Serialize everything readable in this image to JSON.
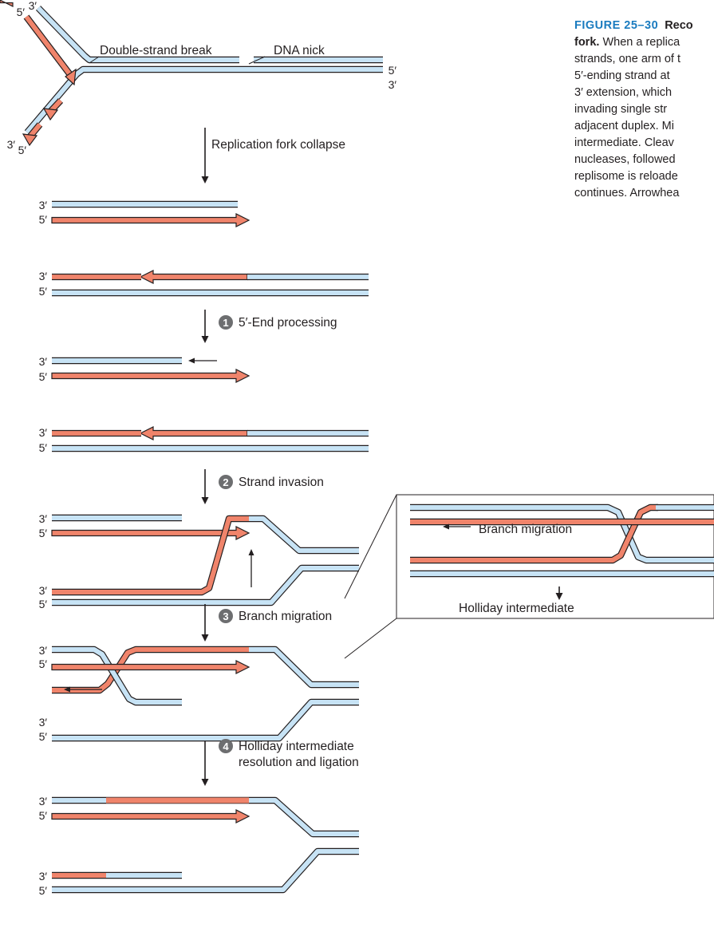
{
  "colors": {
    "blue_strand": "#c7e3f5",
    "red_strand": "#f0846b",
    "outline": "#231f20",
    "step_circle": "#6d6e70",
    "caption_heading": "#1a7bbf"
  },
  "labels": {
    "double_strand_break": "Double-strand break",
    "dna_nick": "DNA nick",
    "fork_collapse": "Replication fork collapse",
    "holliday_intermediate": "Holliday intermediate",
    "branch_migration_inset": "Branch migration",
    "three_prime": "3′",
    "five_prime": "5′"
  },
  "steps": [
    {
      "num": "1",
      "label": "5′-End processing"
    },
    {
      "num": "2",
      "label": "Strand invasion"
    },
    {
      "num": "3",
      "label": "Branch migration"
    },
    {
      "num": "4",
      "label": "Holliday intermediate",
      "label2": "resolution and ligation"
    }
  ],
  "caption": {
    "heading": "FIGURE 25–30",
    "title_line1": "Reco",
    "title_line2": "fork.",
    "body_line2": "When a replica",
    "lines": [
      "strands, one arm of t",
      "5′-ending strand at",
      "3′ extension, which",
      "invading single str",
      "adjacent duplex. Mi",
      "intermediate. Cleav",
      "nucleases, followed",
      "replisome is reloade",
      "continues. Arrowhea"
    ]
  }
}
